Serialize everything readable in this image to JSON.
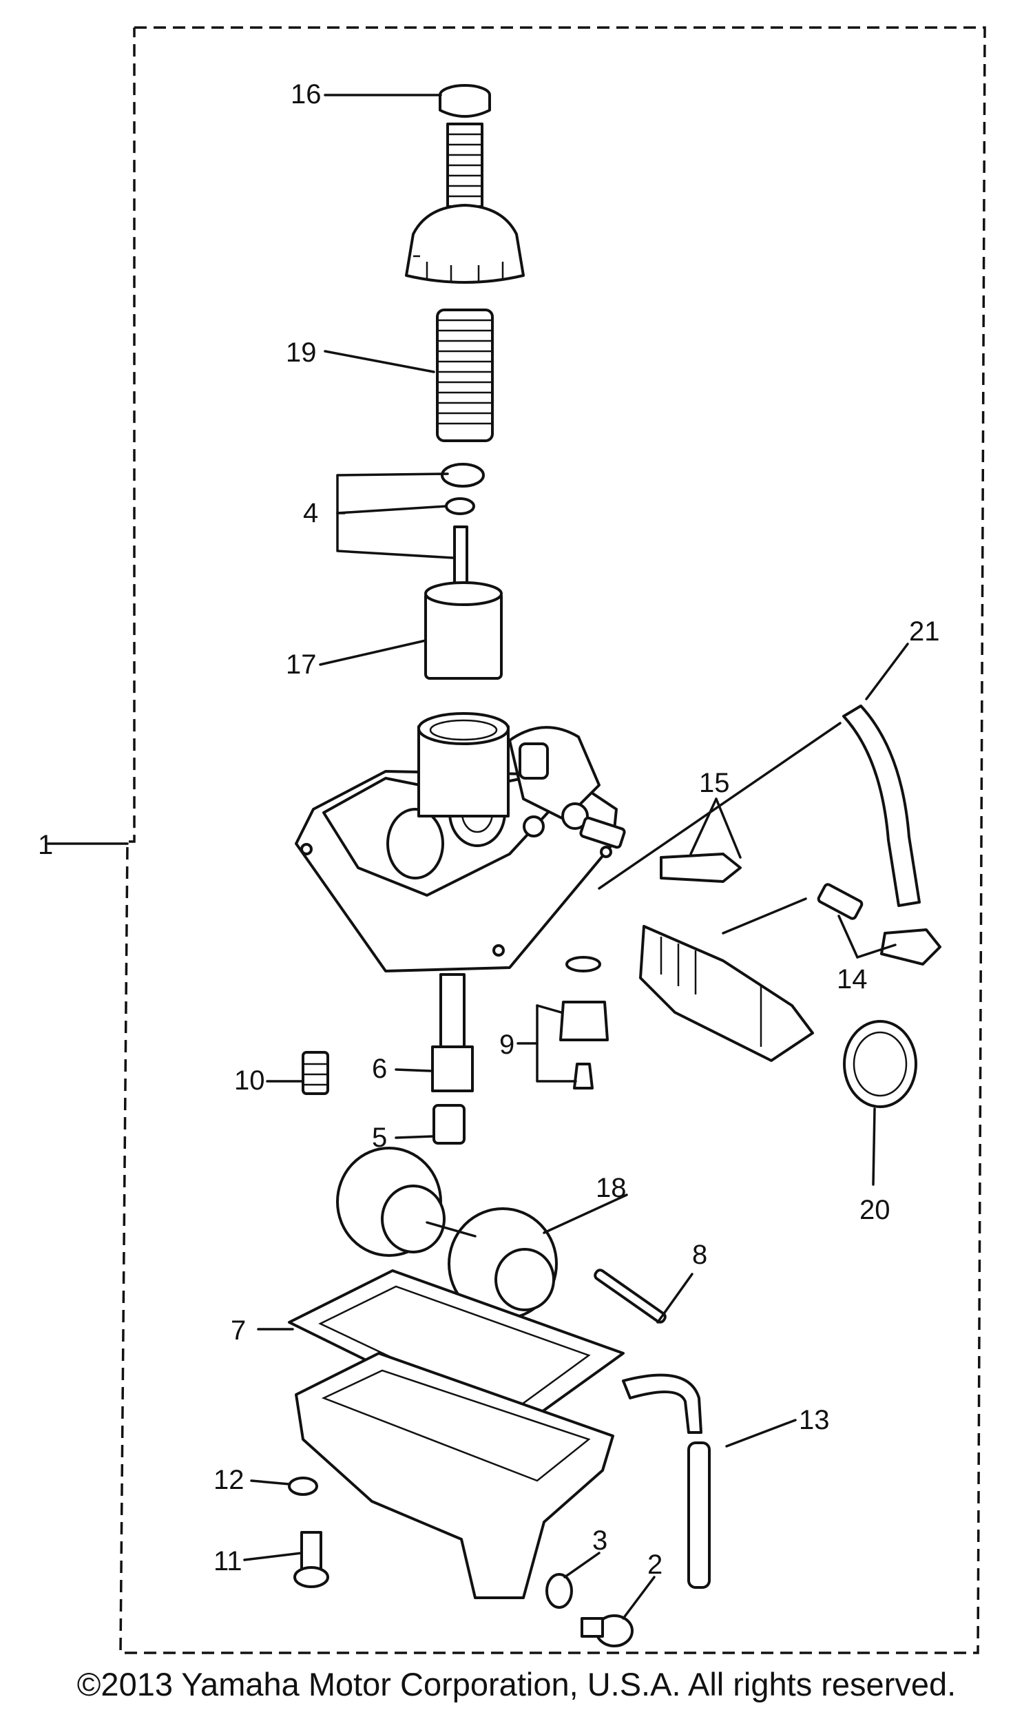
{
  "diagram": {
    "callouts": [
      "1",
      "2",
      "3",
      "4",
      "5",
      "6",
      "7",
      "8",
      "9",
      "10",
      "11",
      "12",
      "13",
      "14",
      "15",
      "16",
      "17",
      "18",
      "19",
      "20",
      "21"
    ]
  },
  "footer": {
    "copyright": "©2013 Yamaha Motor Corporation, U.S.A. All rights reserved."
  }
}
